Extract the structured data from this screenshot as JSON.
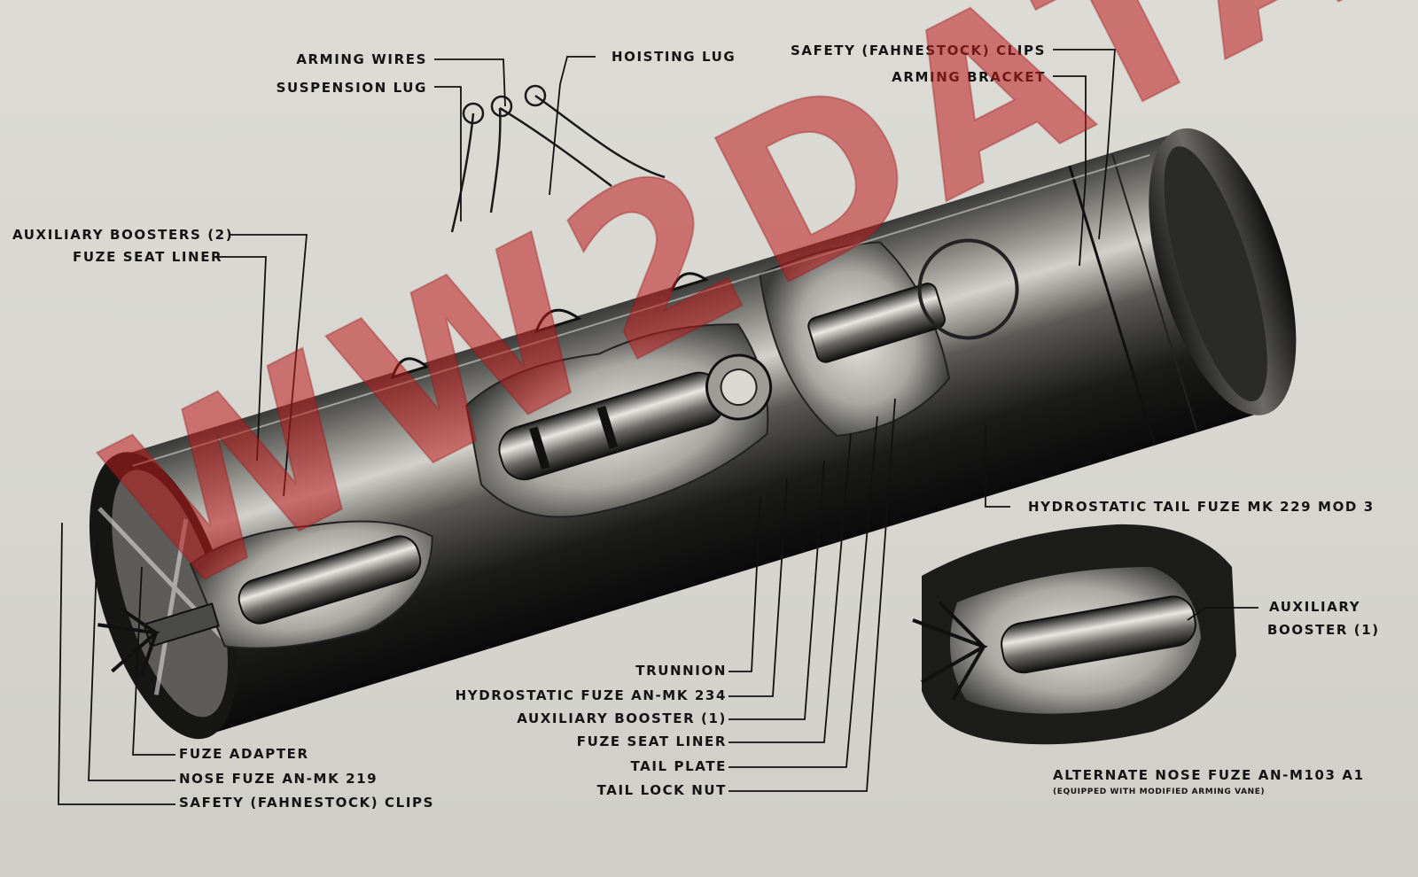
{
  "labels": {
    "arming_wires": "ARMING WIRES",
    "suspension_lug": "SUSPENSION LUG",
    "hoisting_lug": "HOISTING LUG",
    "safety_clips_top": "SAFETY (FAHNESTOCK) CLIPS",
    "arming_bracket": "ARMING BRACKET",
    "auxiliary_boosters_2": "AUXILIARY BOOSTERS (2)",
    "fuze_seat_liner_top": "FUZE SEAT LINER",
    "hydrostatic_tail_fuze": "HYDROSTATIC TAIL FUZE MK 229 MOD 3",
    "auxiliary": "AUXILIARY",
    "booster_1": "BOOSTER (1)",
    "trunnion": "TRUNNION",
    "hydrostatic_fuze": "HYDROSTATIC FUZE AN-MK 234",
    "auxiliary_booster_1": "AUXILIARY BOOSTER (1)",
    "fuze_seat_liner_bottom": "FUZE SEAT LINER",
    "tail_plate": "TAIL PLATE",
    "tail_lock_nut": "TAIL LOCK NUT",
    "fuze_adapter": "FUZE ADAPTER",
    "nose_fuze": "NOSE FUZE AN-MK 219",
    "safety_clips_bottom": "SAFETY (FAHNESTOCK) CLIPS",
    "alternate_nose_fuze": "ALTERNATE NOSE FUZE AN-M103 A1",
    "alternate_note": "(EQUIPPED WITH MODIFIED ARMING VANE)"
  },
  "watermark": "WW2DATA",
  "colors": {
    "ink": "#141414",
    "paper": "#d9d8d2",
    "watermark": "#be1e1e"
  }
}
